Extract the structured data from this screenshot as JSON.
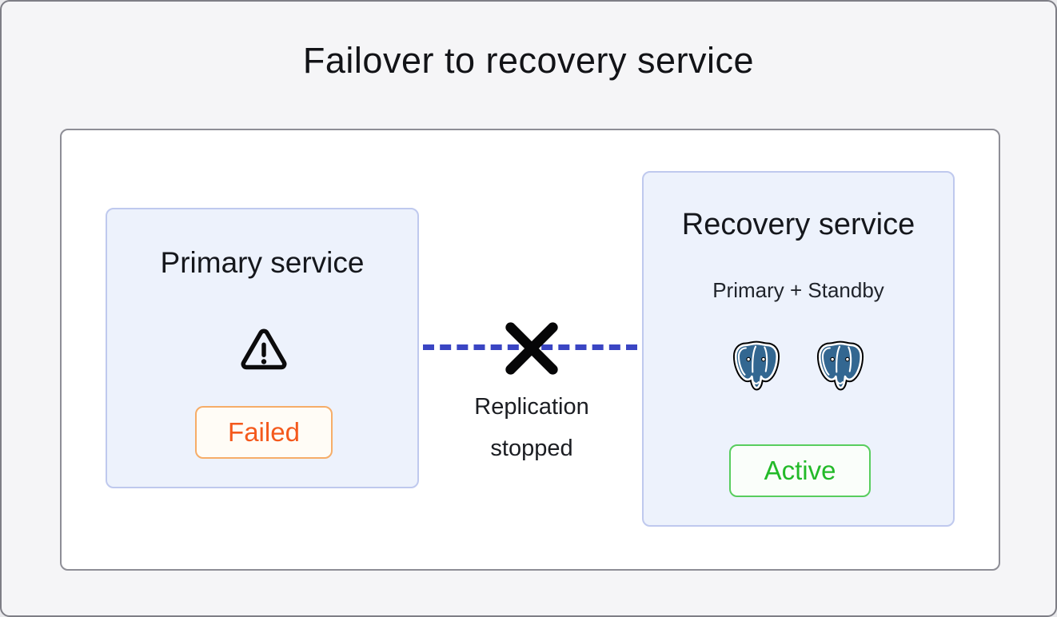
{
  "diagram": {
    "title": "Failover to recovery service",
    "primary_service": {
      "title": "Primary service",
      "icon": "warning-triangle",
      "status": {
        "label": "Failed",
        "color": "#f4591c",
        "border_color": "#f6ad68"
      }
    },
    "replication_link": {
      "label": "Replication stopped",
      "state": "broken",
      "icon": "x-mark",
      "line_color": "#3a45c3"
    },
    "recovery_service": {
      "title": "Recovery service",
      "subtitle": "Primary + Standby",
      "icons": [
        "postgresql-elephant",
        "postgresql-elephant"
      ],
      "status": {
        "label": "Active",
        "color": "#23ba29",
        "border_color": "#58cd5e"
      }
    },
    "colors": {
      "frame_background": "#f5f5f7",
      "frame_border": "#7e7e86",
      "panel_background": "#ffffff",
      "panel_border": "#8e8e96",
      "card_background": "#edf2fc",
      "card_border": "#bfc9ee",
      "postgres_blue": "#336791"
    }
  }
}
